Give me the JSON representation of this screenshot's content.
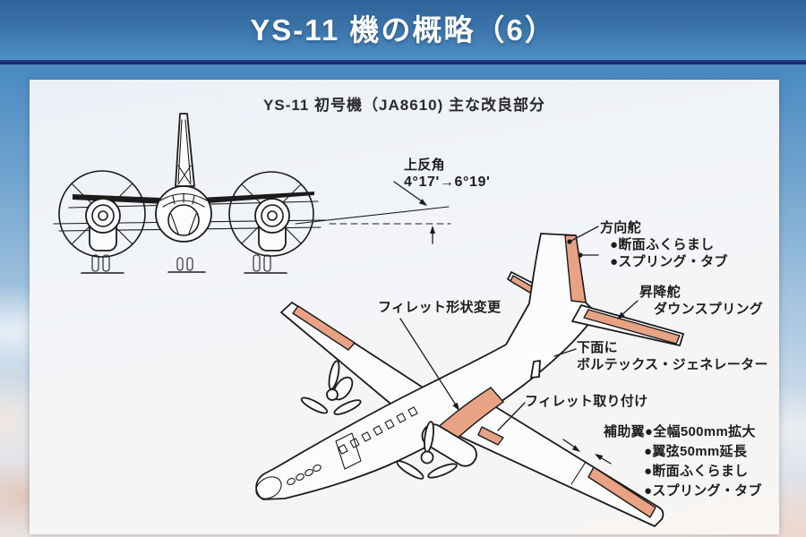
{
  "header": {
    "title": "YS-11 機の概略（6）"
  },
  "panel": {
    "title": "YS-11 初号機（JA8610) 主な改良部分",
    "annotations": {
      "dihedral": {
        "label": "上反角",
        "value": "4°17'→6°19'"
      },
      "rudder": {
        "label": "方向舵",
        "items": [
          "●断面ふくらまし",
          "●スプリング・タブ"
        ]
      },
      "elevator": {
        "label": "昇降舵",
        "detail": "ダウンスプリング"
      },
      "vortex_generator": {
        "line1": "下面に",
        "line2": "ボルテックス・ジェネレーター"
      },
      "fillet_shape": {
        "label": "フィレット形状変更"
      },
      "fillet_attach": {
        "label": "フィレット取り付け"
      },
      "aileron": {
        "label": "補助翼",
        "first_item": "●全幅500mm拡大",
        "items": [
          "●翼弦50mm延長",
          "●断面ふくらまし",
          "●スプリング・タブ"
        ]
      }
    },
    "colors": {
      "highlight": "#E8A385",
      "line_art": "#1b1b1b"
    }
  },
  "colors": {
    "header_blue_top": "#2F6399",
    "header_blue_bottom": "#4E90C5",
    "divider_navy": "#1C2F7D",
    "sky_blue": "#4C8CC2",
    "panel_background": "#F3F5F8"
  }
}
